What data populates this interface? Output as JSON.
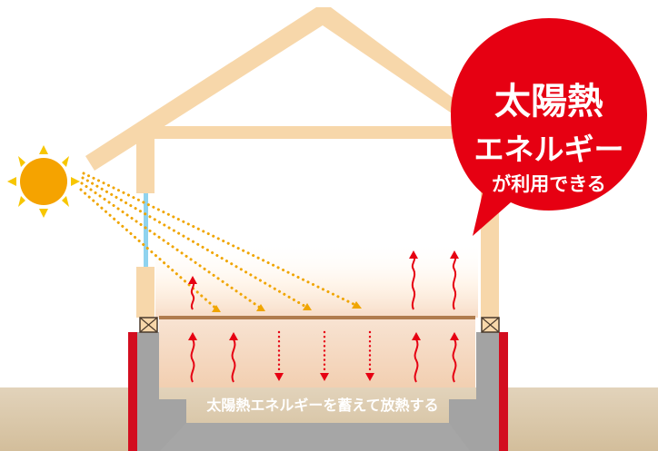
{
  "badge": {
    "line1": "太陽熱",
    "line2": "エネルギー",
    "line3": "が利用できる"
  },
  "caption": "太陽熱エネルギーを蓄えて放熱する",
  "icons": {
    "sun": "sun-icon",
    "ground": "ground",
    "arrows": "heat-arrow"
  },
  "colors": {
    "badge_red": "#e60012",
    "heat_arrow": "#e60012",
    "sun_orange": "#f5a300",
    "sun_ray": "#f7c600",
    "wood": "#f7d7aa",
    "foundation": "#a3a3a3",
    "ground": "#d9c7a8",
    "window": "#8fd3ef",
    "insulation_red": "#d30d1f",
    "sunlight_dots": "#f0a500"
  }
}
